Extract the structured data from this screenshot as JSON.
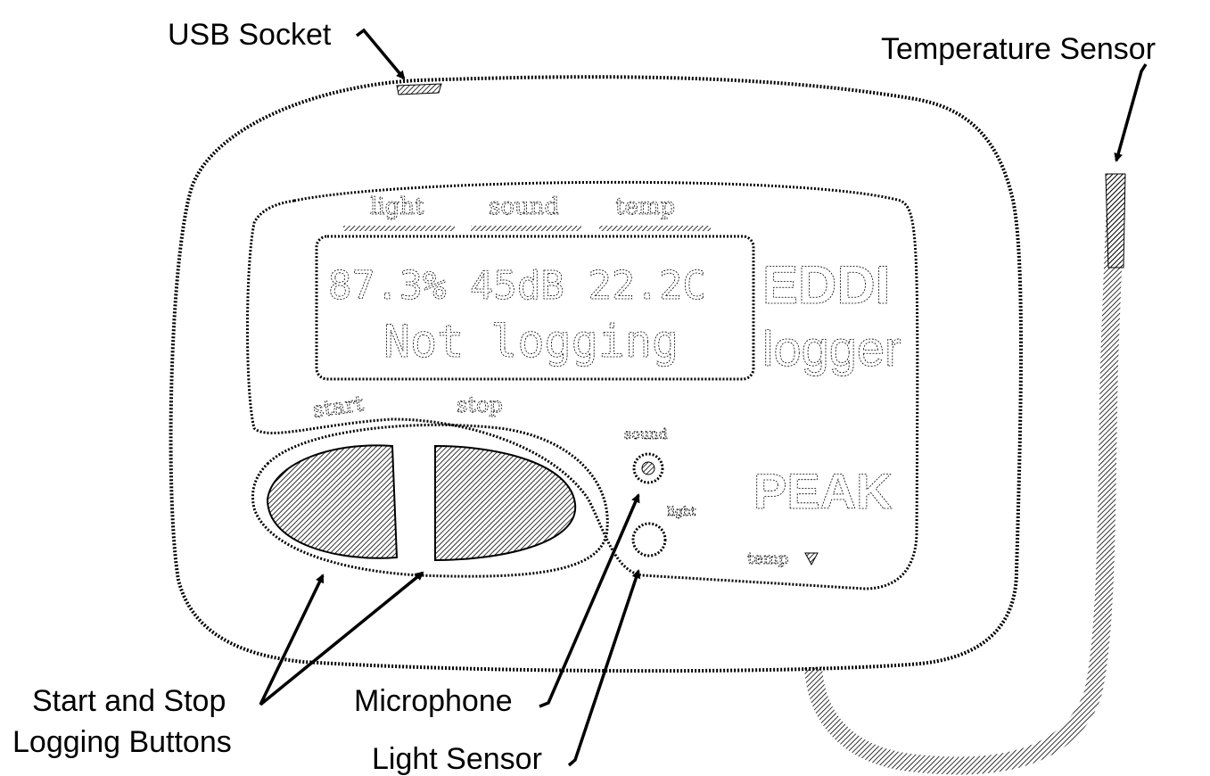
{
  "callouts": {
    "usb_socket": "USB Socket",
    "temperature_sensor": "Temperature Sensor",
    "start_stop_line1": "Start and Stop",
    "start_stop_line2": "Logging Buttons",
    "microphone": "Microphone",
    "light_sensor": "Light Sensor"
  },
  "device": {
    "top_labels": [
      "light",
      "sound",
      "temp"
    ],
    "display_line1": "87.3% 45dB 22.2C",
    "display_line2": "Not logging",
    "brand_line1": "EDDI",
    "brand_line2": "logger",
    "button_labels": [
      "start",
      "stop"
    ],
    "sound_label": "sound",
    "light_label": "light",
    "maker": "PEAK",
    "temp_label": "temp"
  },
  "colors": {
    "ink": "#000000",
    "background": "#ffffff"
  }
}
